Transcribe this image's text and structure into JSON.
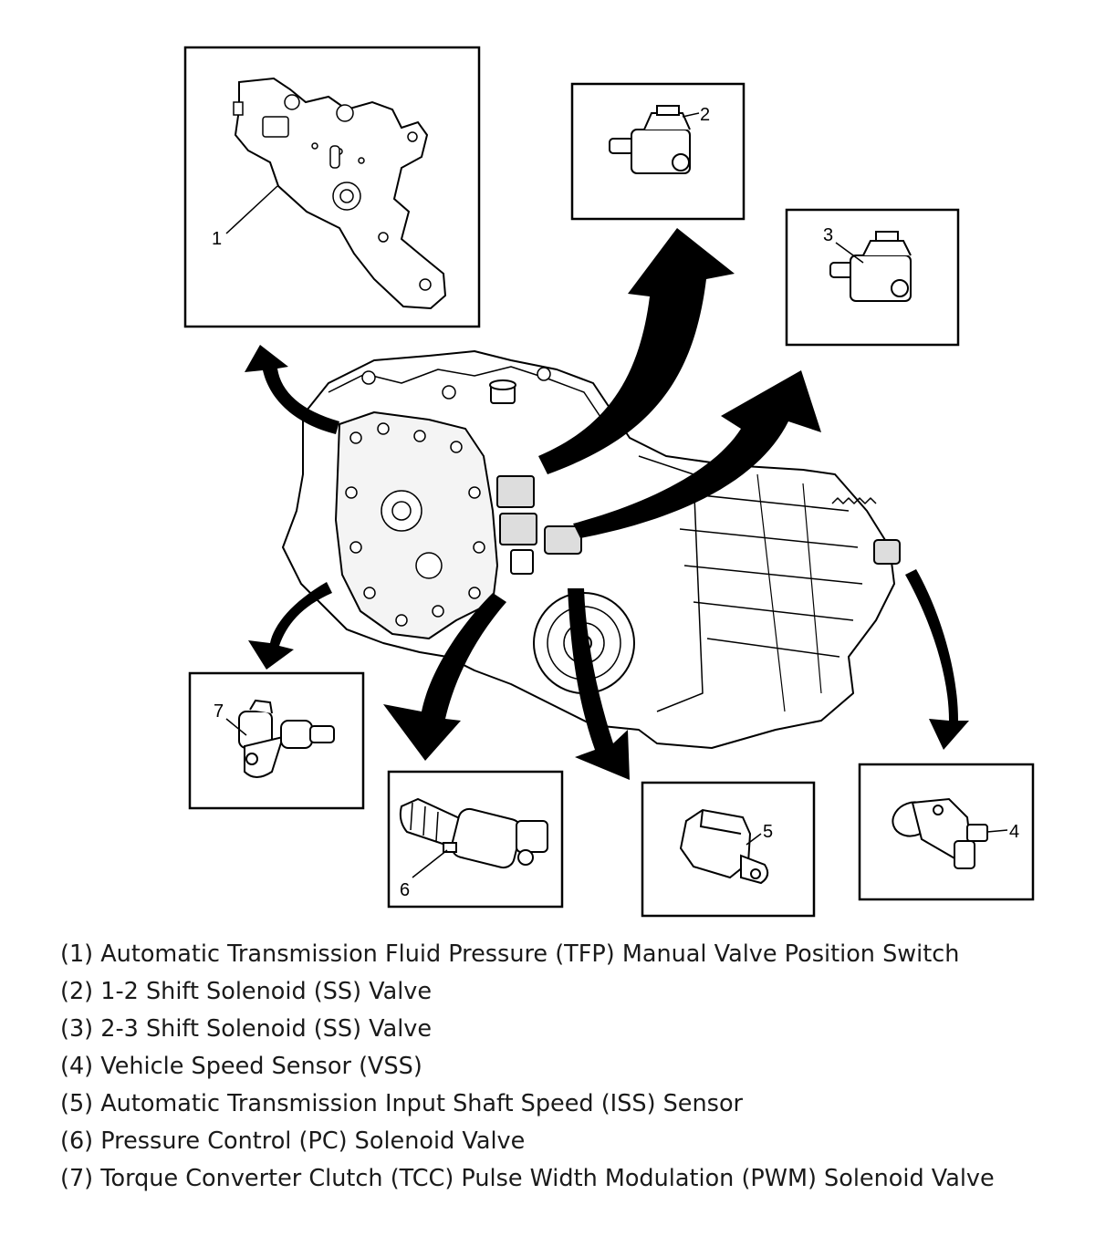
{
  "callouts": {
    "c1": "1",
    "c2": "2",
    "c3": "3",
    "c4": "4",
    "c5": "5",
    "c6": "6",
    "c7": "7"
  },
  "legend": [
    "(1) Automatic Transmission Fluid Pressure (TFP) Manual Valve Position Switch",
    "(2) 1-2 Shift Solenoid (SS) Valve",
    "(3) 2-3 Shift Solenoid (SS) Valve",
    "(4) Vehicle Speed Sensor (VSS)",
    "(5) Automatic Transmission Input Shaft Speed (ISS) Sensor",
    "(6) Pressure Control (PC) Solenoid Valve",
    "(7) Torque Converter Clutch (TCC) Pulse Width Modulation (PWM) Solenoid Valve"
  ],
  "colors": {
    "line": "#000000",
    "paper": "#ffffff",
    "shade": "#e9e9e9"
  }
}
